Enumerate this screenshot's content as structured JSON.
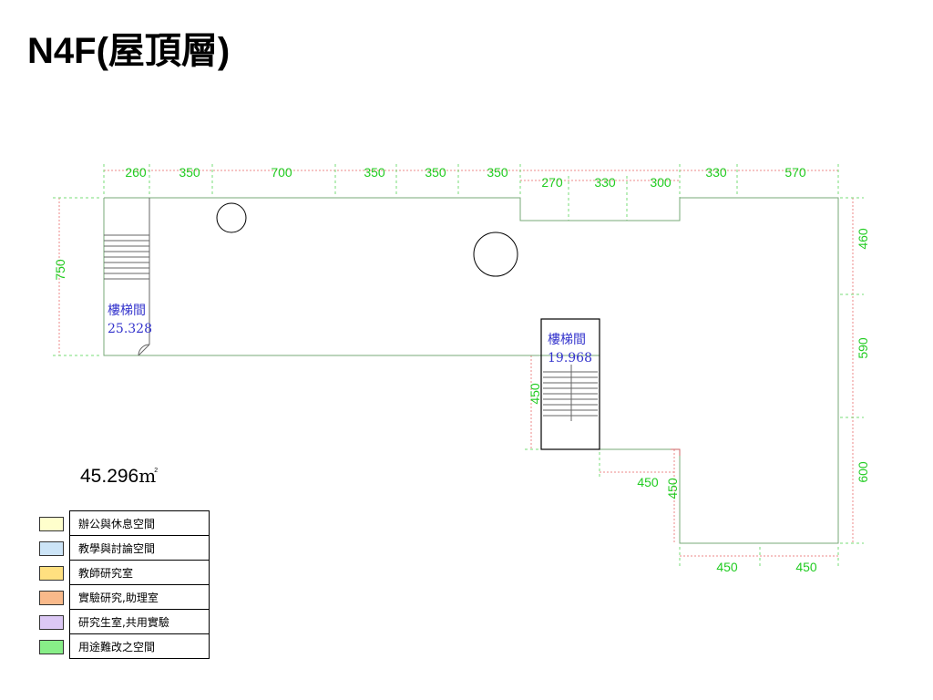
{
  "title": "N4F(屋頂層)",
  "dimensions": {
    "top_row": [
      "260",
      "350",
      "700",
      "350",
      "350",
      "350",
      "330",
      "570"
    ],
    "top_row_lower": [
      "270",
      "330",
      "300"
    ],
    "left": "750",
    "right": [
      "460",
      "590",
      "600"
    ],
    "inner_stair_height": "450",
    "inner_bottom_width": "450",
    "inner_bottom_height": "450",
    "bottom": [
      "450",
      "450"
    ]
  },
  "rooms": [
    {
      "name": "樓梯間",
      "area": "25.328"
    },
    {
      "name": "樓梯間",
      "area": "19.968"
    }
  ],
  "total_area": {
    "value": "45.296",
    "unit": "m",
    "superscript": "2"
  },
  "legend": [
    {
      "label": "辦公與休息空間",
      "color": "#ffffcc"
    },
    {
      "label": "教學與討論空間",
      "color": "#cce4f7"
    },
    {
      "label": "教師研究室",
      "color": "#ffe080"
    },
    {
      "label": "實驗研究,助理室",
      "color": "#f9b98a"
    },
    {
      "label": "研究生室,共用實驗",
      "color": "#dcc8f5"
    },
    {
      "label": "用途難改之空間",
      "color": "#88ee88"
    }
  ]
}
